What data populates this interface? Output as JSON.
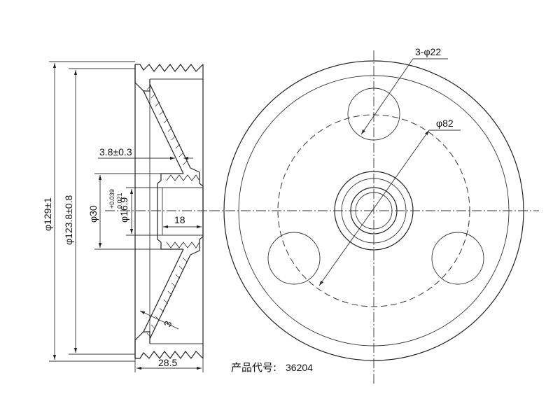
{
  "drawing": {
    "dimensions": {
      "outer_diameter": "φ129±1",
      "groove_diameter": "φ123.8±0.8",
      "hub_diameter": "φ30",
      "bore_diameter": "φ16.9",
      "bore_tol_upper": "+0.039",
      "bore_tol_lower": "0.021",
      "web_thickness": "3.8±0.3",
      "hub_width": "18",
      "wall_thickness": "3",
      "total_width": "28.5",
      "holes": "3-φ22",
      "pcd": "φ82"
    },
    "product_code_label": "产品代号:",
    "product_code_value": "36204"
  }
}
